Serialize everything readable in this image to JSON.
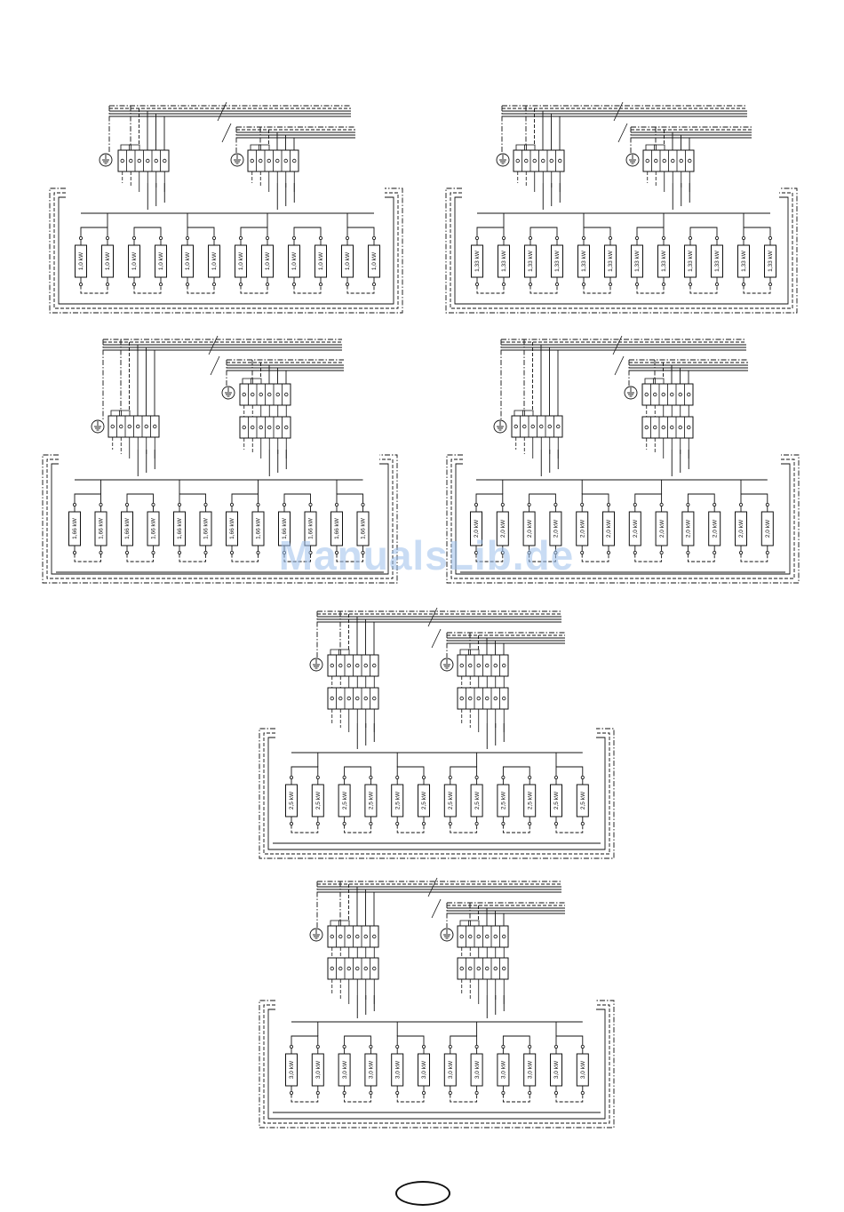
{
  "watermark": "ManualsLib.de",
  "colors": {
    "line": "#111111",
    "watermark": "#9ec1ec",
    "background": "#ffffff"
  },
  "diagrams": [
    {
      "id": "d1",
      "heater_label": "1,0 kW",
      "heater_count": 12,
      "terminal_rows": 1
    },
    {
      "id": "d2",
      "heater_label": "1,33 kW",
      "heater_count": 12,
      "terminal_rows": 1
    },
    {
      "id": "d3",
      "heater_label": "1,66 kW",
      "heater_count": 12,
      "terminal_rows": 2
    },
    {
      "id": "d4",
      "heater_label": "2,0 kW",
      "heater_count": 12,
      "terminal_rows": 2
    },
    {
      "id": "d5",
      "heater_label": "2,5 kW",
      "heater_count": 12,
      "terminal_rows": 2
    },
    {
      "id": "d6",
      "heater_label": "3,0 kW",
      "heater_count": 12,
      "terminal_rows": 2
    }
  ]
}
